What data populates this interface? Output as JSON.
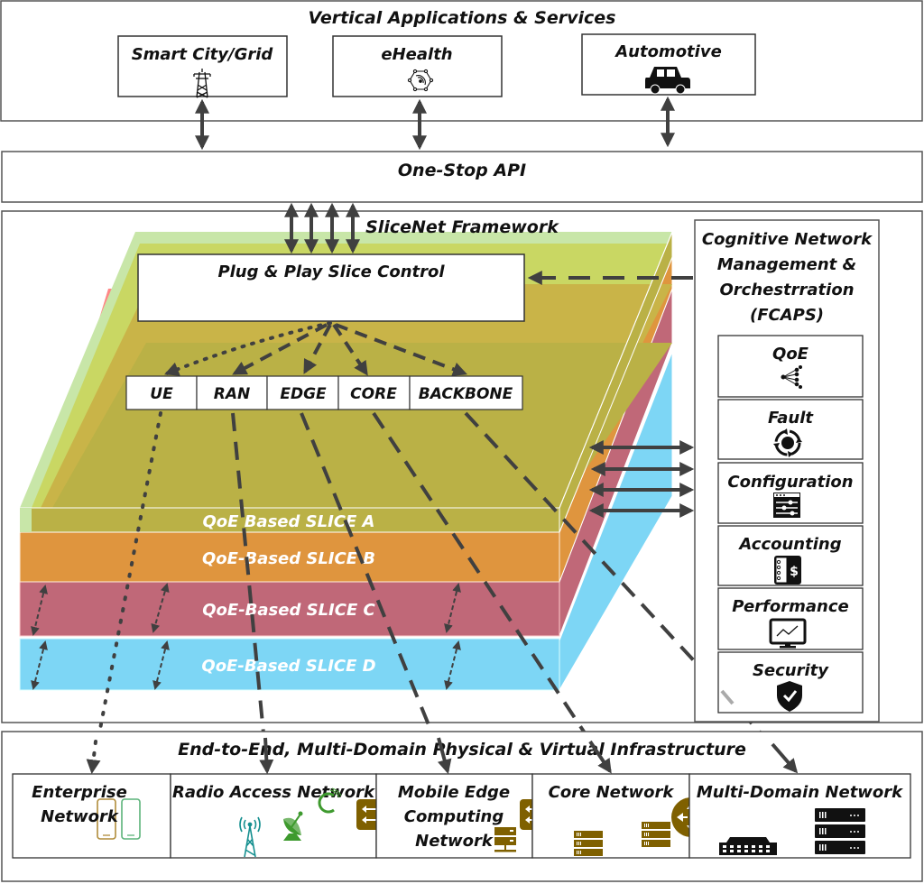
{
  "vertical_apps": {
    "title": "Vertical Applications & Services",
    "apps": [
      {
        "label": "Smart City/Grid",
        "icon": "power-pylon-icon"
      },
      {
        "label": "eHealth",
        "icon": "health-sensor-icon"
      },
      {
        "label": "Automotive",
        "icon": "car-icon"
      }
    ]
  },
  "api": {
    "title": "One-Stop API"
  },
  "framework": {
    "title": "SliceNet Framework",
    "control": {
      "title": "Plug & Play Slice Control"
    },
    "domains": [
      "UE",
      "RAN",
      "EDGE",
      "CORE",
      "BACKBONE"
    ],
    "slices": [
      {
        "label": "QoE Based SLICE A",
        "color": "#B9B44A"
      },
      {
        "label": "QoE-Based SLICE B",
        "color": "#DF953E"
      },
      {
        "label": "QoE-Based SLICE C",
        "color": "#C06878"
      },
      {
        "label": "QoE-Based SLICE D",
        "color": "#7DD6F5"
      }
    ]
  },
  "cnm": {
    "title_lines": [
      "Cognitive Network",
      "Management &",
      "Orchestrration",
      "(FCAPS)"
    ],
    "functions": [
      {
        "label": "QoE",
        "icon": "network-tree-icon"
      },
      {
        "label": "Fault",
        "icon": "fault-cycle-icon"
      },
      {
        "label": "Configuration",
        "icon": "config-sliders-icon"
      },
      {
        "label": "Accounting",
        "icon": "ledger-dollar-icon"
      },
      {
        "label": "Performance",
        "icon": "monitor-chart-icon"
      },
      {
        "label": "Security",
        "icon": "shield-check-icon"
      }
    ]
  },
  "infrastructure": {
    "title": "End-to-End, Multi-Domain Physical & Virtual Infrastructure",
    "networks": [
      {
        "label_lines": [
          "Enterprise",
          "Network"
        ]
      },
      {
        "label_lines": [
          "Radio Access Network"
        ]
      },
      {
        "label_lines": [
          "Mobile Edge",
          "Computing",
          "Network"
        ]
      },
      {
        "label_lines": [
          "Core Network"
        ]
      },
      {
        "label_lines": [
          "Multi-Domain Network"
        ]
      }
    ]
  },
  "colors": {
    "arrow": "#404040",
    "brown_icon": "#7F6000",
    "teal_icon": "#148F8F",
    "green_icon": "#3E9A2E"
  }
}
